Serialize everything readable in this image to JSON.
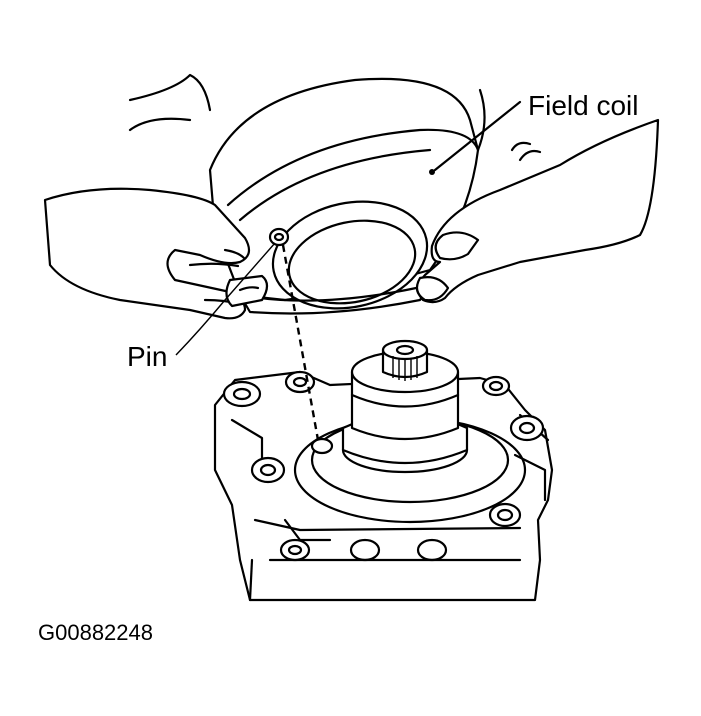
{
  "labels": {
    "field_coil": "Field coil",
    "pin": "Pin",
    "figure_code": "G00882248"
  },
  "colors": {
    "ink": "#000000",
    "paper": "#ffffff"
  }
}
